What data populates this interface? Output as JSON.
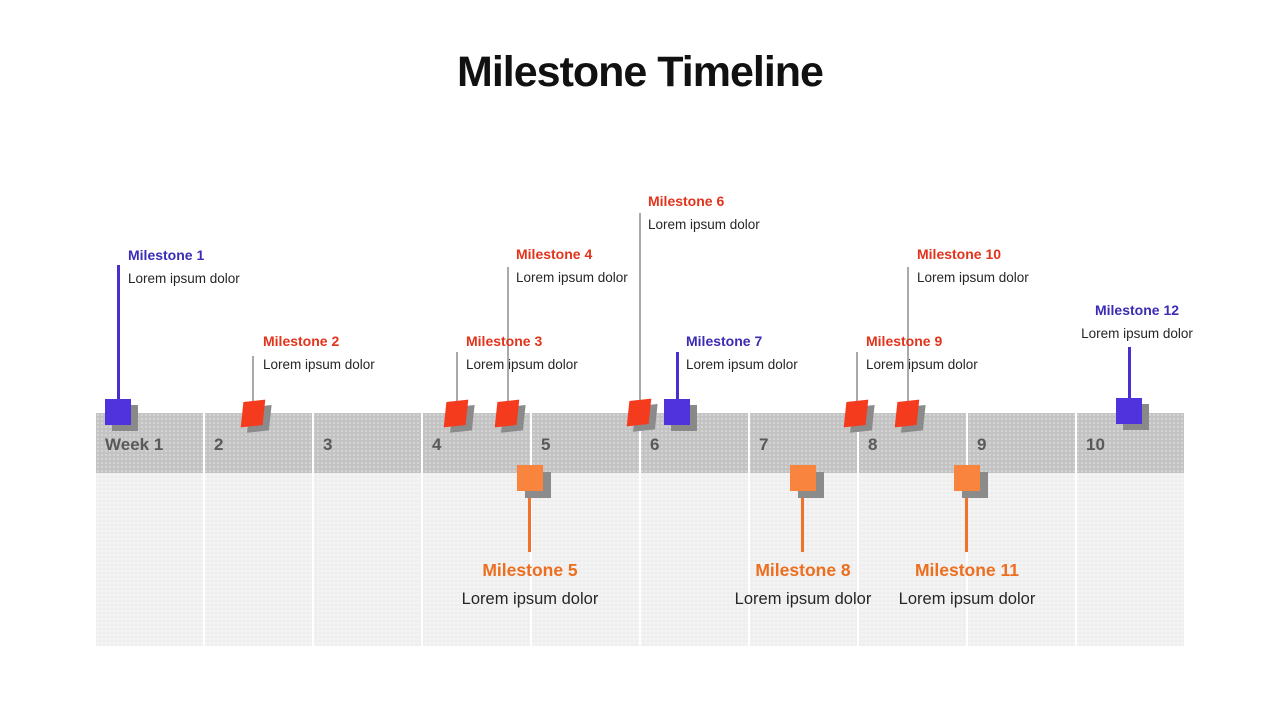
{
  "title": "Milestone Timeline",
  "weeks": [
    "Week 1",
    "2",
    "3",
    "4",
    "5",
    "6",
    "7",
    "8",
    "9",
    "10"
  ],
  "milestones": [
    {
      "id": 1,
      "title": "Milestone 1",
      "subtitle": "Lorem ipsum dolor",
      "color": "purple",
      "side": "above"
    },
    {
      "id": 2,
      "title": "Milestone 2",
      "subtitle": "Lorem ipsum dolor",
      "color": "red",
      "side": "above"
    },
    {
      "id": 3,
      "title": "Milestone 3",
      "subtitle": "Lorem ipsum dolor",
      "color": "red",
      "side": "above"
    },
    {
      "id": 4,
      "title": "Milestone 4",
      "subtitle": "Lorem ipsum dolor",
      "color": "red",
      "side": "above"
    },
    {
      "id": 5,
      "title": "Milestone 5",
      "subtitle": "Lorem ipsum dolor",
      "color": "orange",
      "side": "below"
    },
    {
      "id": 6,
      "title": "Milestone 6",
      "subtitle": "Lorem ipsum dolor",
      "color": "red",
      "side": "above"
    },
    {
      "id": 7,
      "title": "Milestone 7",
      "subtitle": "Lorem ipsum dolor",
      "color": "purple",
      "side": "above"
    },
    {
      "id": 8,
      "title": "Milestone 8",
      "subtitle": "Lorem ipsum dolor",
      "color": "orange",
      "side": "below"
    },
    {
      "id": 9,
      "title": "Milestone 9",
      "subtitle": "Lorem ipsum dolor",
      "color": "red",
      "side": "above"
    },
    {
      "id": 10,
      "title": "Milestone 10",
      "subtitle": "Lorem ipsum dolor",
      "color": "red",
      "side": "above"
    },
    {
      "id": 11,
      "title": "Milestone 11",
      "subtitle": "Lorem ipsum dolor",
      "color": "orange",
      "side": "below"
    },
    {
      "id": 12,
      "title": "Milestone 12",
      "subtitle": "Lorem ipsum dolor",
      "color": "purple",
      "side": "above"
    }
  ],
  "colors": {
    "purple_text": "#3b2bb5",
    "purple_marker": "#5033dd",
    "red_text": "#e2331c",
    "red_marker": "#f43b1e",
    "orange_text": "#ed6e1e",
    "orange_marker": "#f8843e",
    "band_dark": "#c3c3c3",
    "band_light": "#efefef",
    "week_label": "#595959",
    "connector_gray": "#a9a9a9",
    "shadow": "#8b8b8b",
    "body_text": "#262626",
    "title_text": "#111111"
  }
}
